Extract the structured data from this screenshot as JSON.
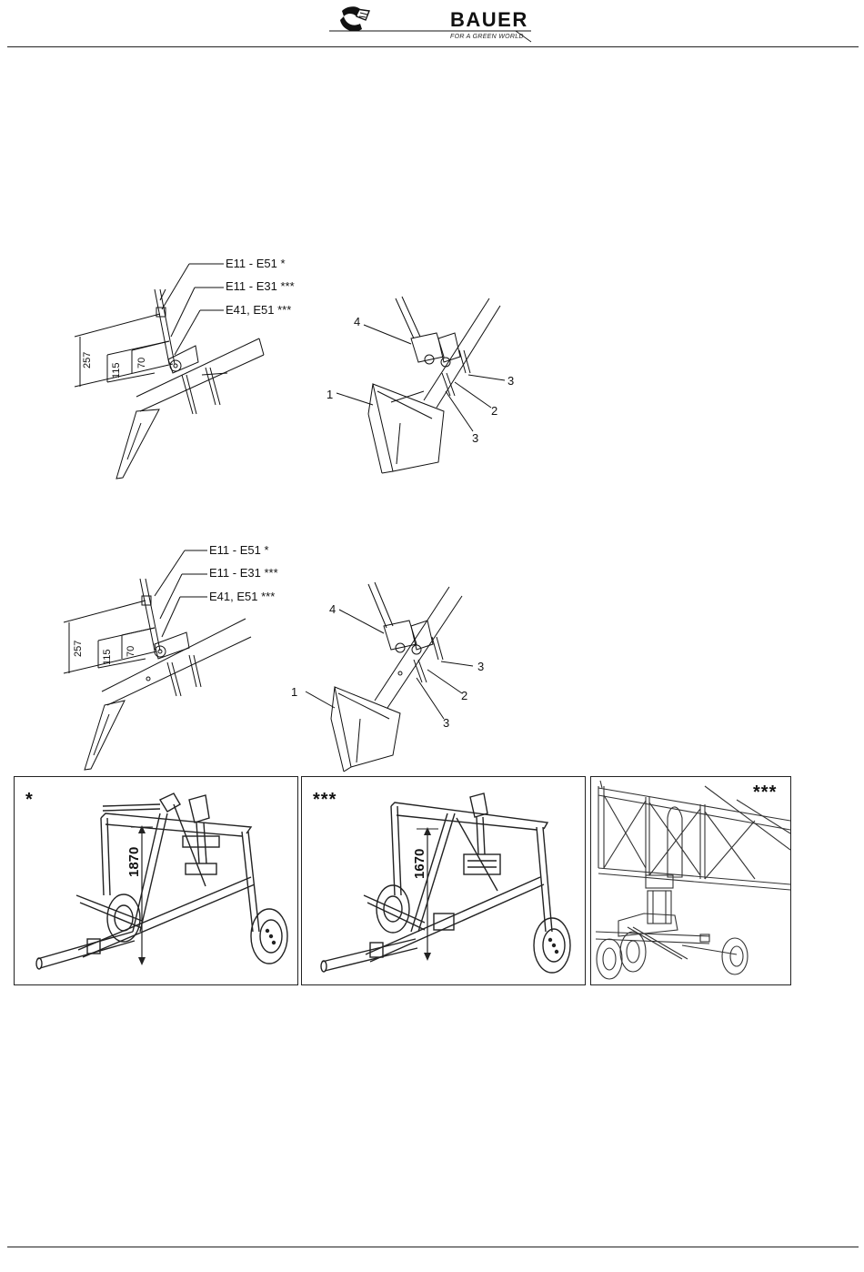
{
  "header": {
    "brand": "BAUER",
    "tagline": "FOR A GREEN WORLD"
  },
  "figure_top": {
    "labels": [
      "E11 - E51 *",
      "E11 - E31 ***",
      "E41, E51 ***"
    ],
    "dimensions": [
      "257",
      "115",
      "70"
    ],
    "part_numbers": [
      "1",
      "2",
      "3",
      "3",
      "4"
    ]
  },
  "figure_bottom": {
    "labels": [
      "E11 - E51 *",
      "E11 - E31 ***",
      "E41, E51 ***"
    ],
    "dimensions": [
      "257",
      "115",
      "70"
    ],
    "part_numbers": [
      "1",
      "2",
      "3",
      "3",
      "4"
    ]
  },
  "photos": [
    {
      "marker": "*",
      "height": "1870"
    },
    {
      "marker": "***",
      "height": "1670"
    },
    {
      "marker": "***"
    }
  ]
}
